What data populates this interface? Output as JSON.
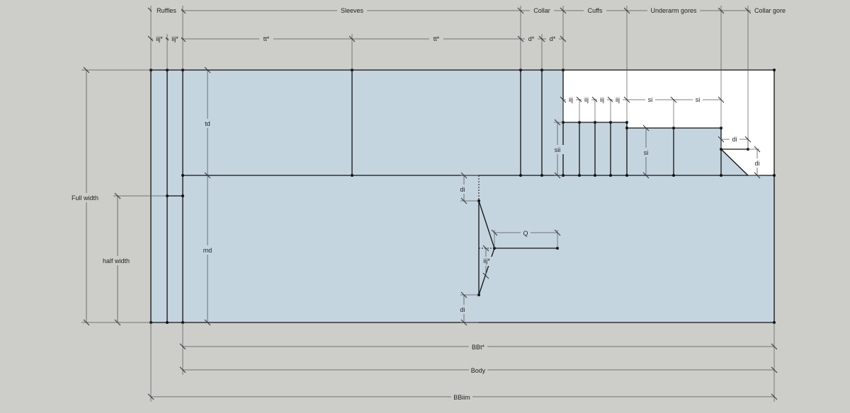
{
  "colors": {
    "background": "#cdcdc9",
    "fill": "#c5d5df",
    "white": "#ffffff",
    "line": "#111111",
    "dim": "#555555"
  },
  "section_labels": {
    "ruffles": "Ruffles",
    "sleeves": "Sleeves",
    "collar": "Collar",
    "cuffs": "Cuffs",
    "underarm_gores": "Underarm gores",
    "collar_gore": "Collar gore"
  },
  "top_dims": {
    "iij_star_1": "iij*",
    "iij_star_2": "iij*",
    "tt_star_1": "tt*",
    "tt_star_2": "tt*",
    "d_star_1": "d*",
    "d_star_2": "d*"
  },
  "side_dims": {
    "full_width": "Full width",
    "half_width": "half width",
    "td": "td",
    "md": "md"
  },
  "inner_dims": {
    "iij_1": "iij",
    "iij_2": "iij",
    "iij_3": "iij",
    "iij_4": "iij",
    "si_1": "si",
    "si_2": "si",
    "si_3": "si",
    "sii": "sii",
    "di_gore_h": "di",
    "di_gore_v": "di",
    "di_top": "di",
    "di_bottom": "di",
    "q": "Q",
    "iij_star_center": "iij*"
  },
  "bottom_dims": {
    "bbt_star": "BBt*",
    "body": "Body",
    "bbiim": "BBiim"
  }
}
